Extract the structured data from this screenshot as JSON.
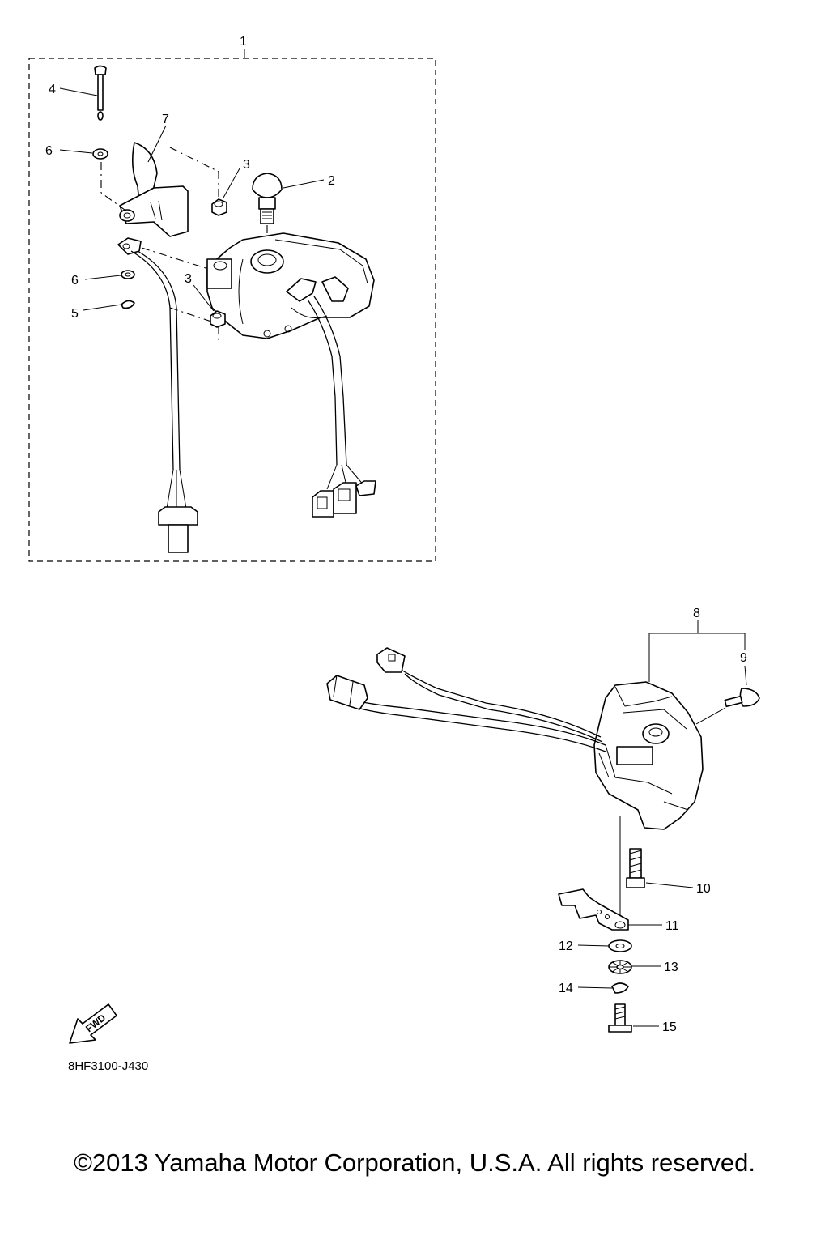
{
  "diagram": {
    "callouts": [
      "1",
      "2",
      "3",
      "3",
      "4",
      "5",
      "6",
      "6",
      "7",
      "8",
      "9",
      "10",
      "11",
      "12",
      "13",
      "14",
      "15"
    ],
    "fwd_label": "FWD",
    "reference_code": "8HF3100-J430",
    "copyright": "©2013 Yamaha Motor Corporation, U.S.A. All rights reserved."
  }
}
